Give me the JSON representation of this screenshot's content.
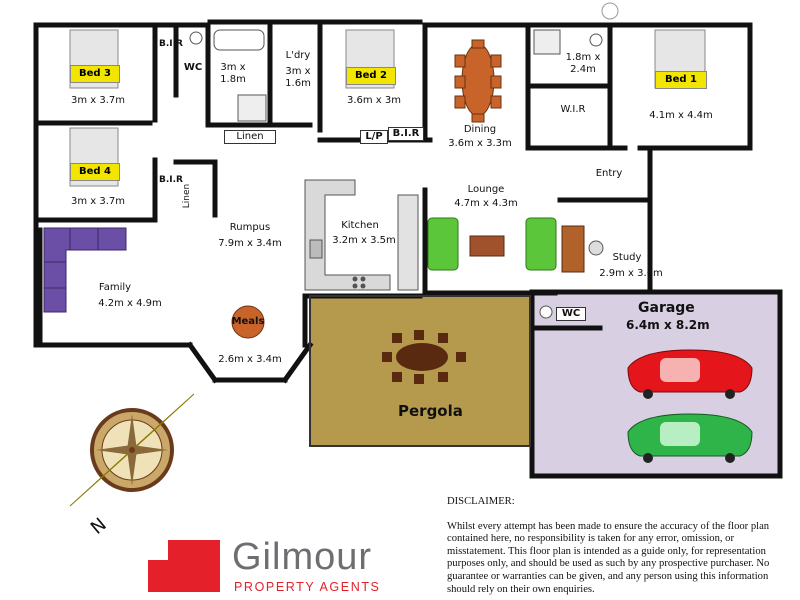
{
  "rooms": {
    "bed3": {
      "name": "Bed 3",
      "size": "3m x 3.7m"
    },
    "bir_left_top": "B.I.R",
    "wc_top": "WC",
    "bath": {
      "size": "3m x 1.8m"
    },
    "laundry": {
      "name": "L'dry",
      "size": "3m x 1.6m"
    },
    "bed2": {
      "name": "Bed 2",
      "size": "3.6m x 3m"
    },
    "dining": {
      "name": "Dining",
      "size": "3.6m x 3.3m"
    },
    "ensuite": {
      "size": "1.8m x 2.4m"
    },
    "wir": "W.I.R",
    "bed1": {
      "name": "Bed 1",
      "size": "4.1m x 4.4m"
    },
    "linen_mid": "Linen",
    "lp": "L/P",
    "bir_bed2": "B.I.R",
    "bed4": {
      "name": "Bed 4",
      "size": "3m x 3.7m"
    },
    "bir_left_bottom": "B.I.R",
    "linen_side": "Linen",
    "rumpus": {
      "name": "Rumpus",
      "size": "7.9m x 3.4m"
    },
    "kitchen": {
      "name": "Kitchen",
      "size": "3.2m x 3.5m"
    },
    "lounge": {
      "name": "Lounge",
      "size": "4.7m x 4.3m"
    },
    "entry": "Entry",
    "study": {
      "name": "Study",
      "size": "2.9m x 3.6m"
    },
    "family": {
      "name": "Family",
      "size": "4.2m x 4.9m"
    },
    "meals": {
      "name": "Meals",
      "size": "2.6m x 3.4m"
    },
    "wc_garage": "WC",
    "garage": {
      "name": "Garage",
      "size": "6.4m x 8.2m"
    },
    "pergola": "Pergola"
  },
  "disclaimer": {
    "heading": "DISCLAIMER:",
    "text": "Whilst every attempt has been made to ensure the accuracy of the floor plan contained here, no responsibility is taken for any error, omission, or misstatement. This floor plan is intended as a guide only, for representation purposes only, and should be used as such by any prospective purchaser. No guarantee or warranties can be given, and any person using this information should rely on their own enquiries."
  },
  "logo": {
    "word": "Gilmour",
    "tagline": "PROPERTY AGENTS"
  },
  "compass": {
    "north": "N"
  },
  "colors": {
    "wall": "#111111",
    "bed_label": "#f2e600",
    "sofa_purple": "#6b4ea6",
    "chair_green": "#5cc63a",
    "garage_fill": "#d8cfe2",
    "pergola_fill": "#b59a4e",
    "car_red": "#e5161b",
    "car_green": "#2fb44a",
    "brand_red": "#e4202b"
  }
}
